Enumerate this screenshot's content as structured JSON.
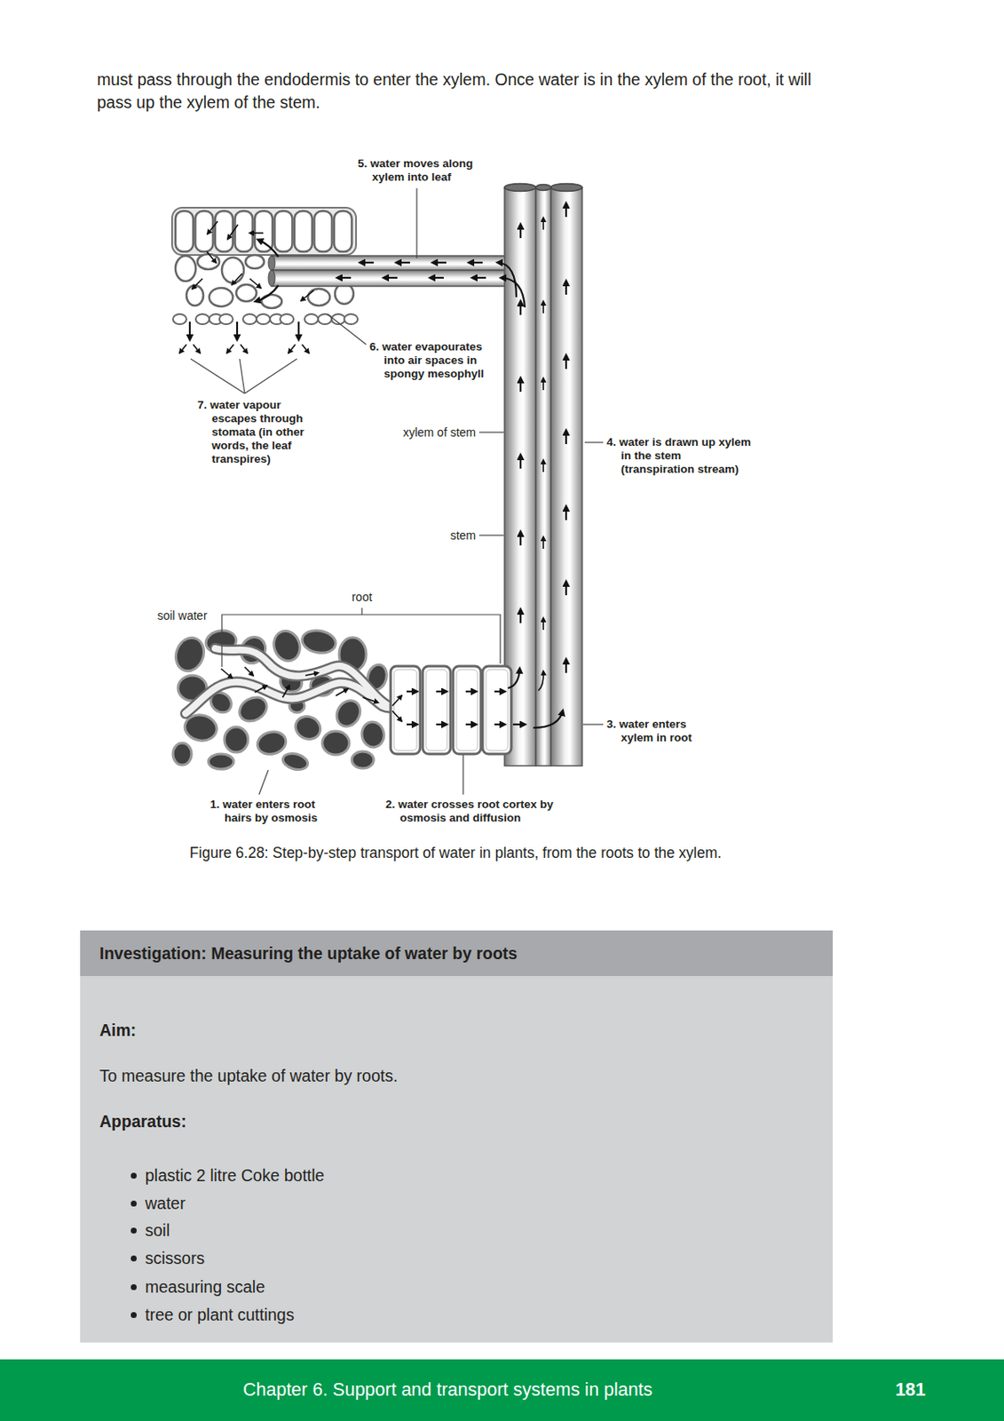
{
  "diagram": {
    "caption": "Figure 6.28: Step-by-step transport of water in plants, from the roots to the xylem.",
    "nodes": [
      {
        "text": [
          "Aim:",
          "To measure the uptake of water by roots.",
          "Apparatus:",
          "plastic 2 litre Coke bottle",
          "water",
          "soil",
          "scissors",
          "measuring scale",
          "tree or plant cuttings"
        ]
      },
      {
        "text": [
          "Investigation: Measuring the uptake of water by roots"
        ],
        "in": 0
      },
      {
        "text": [
          "Chapter 6. Support and transport systems in plants",
          "181"
        ]
      }
    ],
    "labels": [
      "must pass through the endodermis to enter the xylem. Once water is in the xylem of the root, it will pass up the xylem of the stem.",
      "5. water moves along xylem into leaf",
      "6. water evapourates into air spaces in spongy mesophyll",
      "7. water vapour escapes through stomata (in other words, the leaf transpires)",
      "xylem of stem",
      "4. water is drawn up xylem in the stem (transpiration stream)",
      "stem",
      "root",
      "soil water",
      "3. water enters xylem in root",
      "1. water enters root hairs by osmosis",
      "2. water crosses root cortex by osmosis and diffusion"
    ]
  }
}
